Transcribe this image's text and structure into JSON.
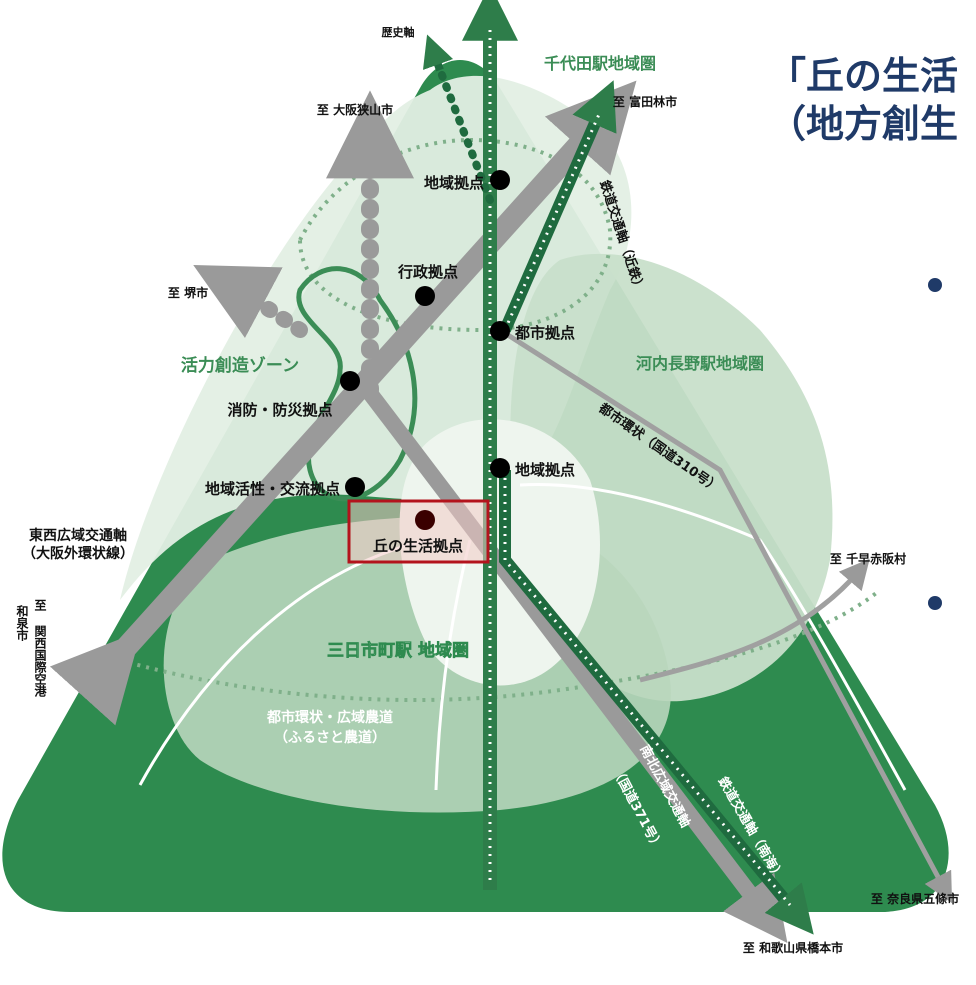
{
  "heading": {
    "line1": "「丘の生活",
    "line2": "（地方創生"
  },
  "colors": {
    "dark_green": "#2e8b4f",
    "mid_green": "#a8cdb0",
    "light_green": "#d4e6d6",
    "pale_green": "#eaf2eb",
    "gray_axis": "#9a9a9a",
    "label_green": "#3b8d56",
    "highlight_red": "#b3131c",
    "heading_navy": "#1f3a68"
  },
  "map": {
    "destinations": {
      "history_axis": "歴史軸",
      "osaka_sayama": "至 大阪狭山市",
      "tondabayashi": "至 富田林市",
      "sakai": "至 堺市",
      "chihaya_akasaka": "至 千早赤阪村",
      "gojo": "至 奈良県五條市",
      "hashimoto": "至 和歌山県橋本市",
      "izumi_kix_1": "至",
      "izumi_kix_2": "関西国際空港",
      "izumi_kix_3": "和泉市"
    },
    "areas": {
      "chiyoda": "千代田駅地域圏",
      "kawachinagano": "河内長野駅地域圏",
      "mikkaichicho": "三日市町駅 地域圏",
      "activity_zone": "活力創造ゾーン"
    },
    "hubs": {
      "regional_top": "地域拠点",
      "administrative": "行政拠点",
      "urban": "都市拠点",
      "fire_disaster": "消防・防災拠点",
      "regional_east": "地域拠点",
      "activity_exchange": "地域活性・交流拠点",
      "hill_life": "丘の生活拠点"
    },
    "roads": {
      "rail_kintetsu": "鉄道交通軸（近鉄）",
      "urban_ring_310": "都市環状（国道310号）",
      "east_west_1": "東西広域交通軸",
      "east_west_2": "（大阪外環状線）",
      "farm_road_1": "都市環状・広域農道",
      "farm_road_2": "（ふるさと農道）",
      "north_south_1": "南北広域交通軸",
      "north_south_2": "（国道371号）",
      "rail_nankai": "鉄道交通軸（南海）"
    }
  }
}
